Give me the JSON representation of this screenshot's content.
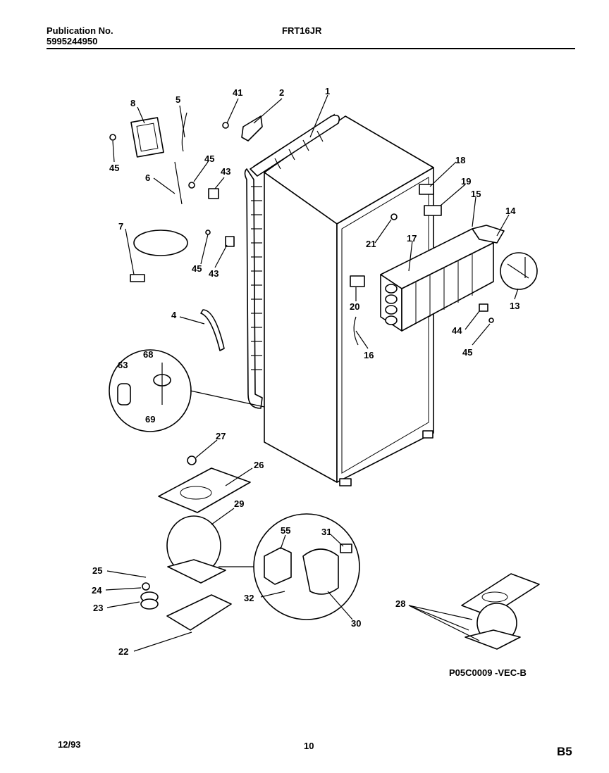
{
  "header": {
    "publication_label": "Publication No.",
    "publication_number": "5995244950",
    "model": "FRT16JR"
  },
  "diagram": {
    "part_labels": [
      "1",
      "2",
      "4",
      "5",
      "6",
      "7",
      "8",
      "13",
      "14",
      "15",
      "16",
      "17",
      "18",
      "19",
      "20",
      "21",
      "22",
      "23",
      "24",
      "25",
      "26",
      "27",
      "28",
      "29",
      "30",
      "31",
      "32",
      "41",
      "43",
      "43",
      "44",
      "45",
      "45",
      "45",
      "45",
      "55",
      "63",
      "68",
      "69"
    ],
    "figure_code": "P05C0009 -VEC-B"
  },
  "footer": {
    "date": "12/93",
    "page": "10",
    "section": "B5"
  }
}
